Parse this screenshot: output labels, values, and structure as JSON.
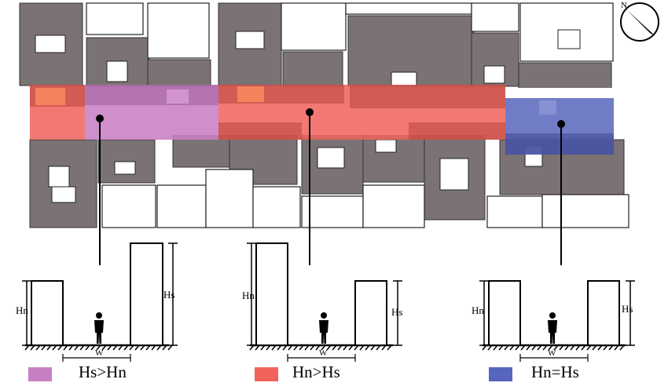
{
  "map": {
    "compass_label": "N",
    "colors": {
      "building": "#7a7273",
      "courtyard": "#ffffff",
      "outline": "#222222",
      "ground": "#ffffff"
    }
  },
  "zones": [
    {
      "id": "hs-gt-hn",
      "color": "#c77fc3"
    },
    {
      "id": "hn-gt-hs",
      "color": "#f0625b"
    },
    {
      "id": "hn-eq-hs",
      "color": "#5865bd"
    }
  ],
  "sections": [
    {
      "id": "section-hs-gt-hn",
      "left_height_label": "Hn",
      "right_height_label": "Hs",
      "width_label": "W"
    },
    {
      "id": "section-hn-gt-hs",
      "left_height_label": "Hn",
      "right_height_label": "Hs",
      "width_label": "W"
    },
    {
      "id": "section-hn-eq-hs",
      "left_height_label": "Hn",
      "right_height_label": "Hs",
      "width_label": "W"
    }
  ],
  "legend": [
    {
      "label": "Hs>Hn",
      "color": "#c77fc3"
    },
    {
      "label": "Hn>Hs",
      "color": "#f0625b"
    },
    {
      "label": "Hn=Hs",
      "color": "#5865bd"
    }
  ]
}
